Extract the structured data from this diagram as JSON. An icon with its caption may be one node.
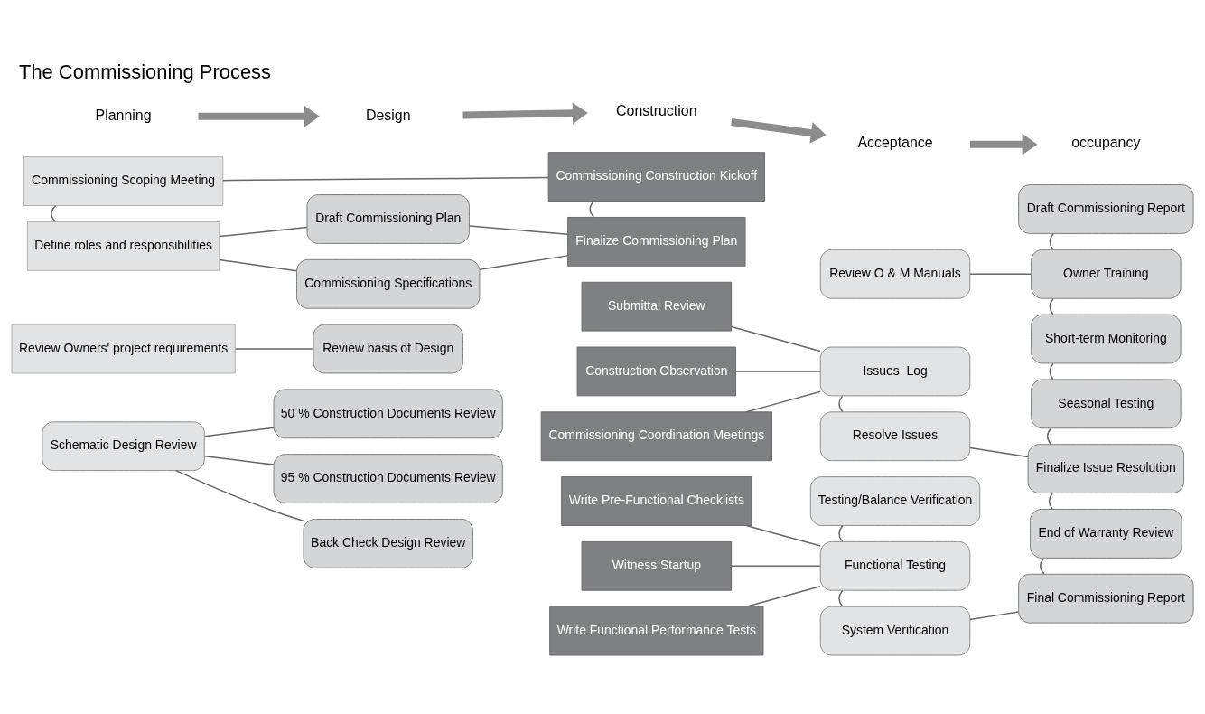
{
  "diagram": {
    "title": "The Commissioning Process",
    "nodes": [
      {
        "text": [
          "Planning"
        ]
      },
      {
        "text": [
          "Design"
        ]
      },
      {
        "text": [
          "Construction"
        ]
      },
      {
        "text": [
          "Acceptance"
        ]
      },
      {
        "text": [
          "occupancy"
        ]
      },
      {
        "text": [
          "Commissioning Scoping Meeting"
        ]
      },
      {
        "text": [
          "Commissioning Construction Kickoff"
        ]
      },
      {
        "text": [
          "Draft Commissioning Report"
        ]
      },
      {
        "text": [
          "Draft Commissioning Plan"
        ]
      },
      {
        "text": [
          "Define roles and responsibilities"
        ]
      },
      {
        "text": [
          "Finalize Commissioning Plan"
        ]
      },
      {
        "text": [
          "Review O & M Manuals"
        ]
      },
      {
        "text": [
          "Owner Training"
        ]
      },
      {
        "text": [
          "Commissioning Specifications"
        ]
      },
      {
        "text": [
          "Short-term Monitoring"
        ]
      },
      {
        "text": [
          "Submittal Review"
        ]
      },
      {
        "text": [
          "Review Owners' project requirements"
        ]
      },
      {
        "text": [
          "Review basis of Design"
        ]
      },
      {
        "text": [
          "Construction Observation"
        ]
      },
      {
        "text": [
          "Issues  Log"
        ]
      },
      {
        "text": [
          "Seasonal Testing"
        ]
      },
      {
        "text": [
          "50 % Construction Documents Review"
        ]
      },
      {
        "text": [
          "Commissioning Coordination Meetings"
        ]
      },
      {
        "text": [
          "Resolve Issues"
        ]
      },
      {
        "text": [
          "Finalize Issue Resolution"
        ]
      },
      {
        "text": [
          "95 % Construction Documents Review"
        ]
      },
      {
        "text": [
          "Write Pre-Functional Checklists"
        ]
      },
      {
        "text": [
          "Testing/Balance Verification"
        ]
      },
      {
        "text": [
          "End of Warranty Review"
        ]
      },
      {
        "text": [
          "Schematic Design Review"
        ]
      },
      {
        "text": [
          "Back Check Design Review"
        ]
      },
      {
        "text": [
          "Witness Startup"
        ]
      },
      {
        "text": [
          "Functional Testing"
        ]
      },
      {
        "text": [
          "Write Functional Performance Tests"
        ]
      },
      {
        "text": [
          "System Verification"
        ]
      },
      {
        "text": [
          "Final Commissioning Report"
        ]
      }
    ],
    "edges": [
      {
        "from": 0,
        "to": 1,
        "arrow": "to",
        "style": "thick",
        "color": "#8c8c8c"
      },
      {
        "from": 1,
        "to": 2,
        "arrow": "to",
        "style": "thick",
        "color": "#8c8c8c"
      },
      {
        "from": 2,
        "to": 3,
        "arrow": "to",
        "style": "thick",
        "color": "#8c8c8c"
      },
      {
        "from": 3,
        "to": 4,
        "arrow": "to",
        "style": "thick",
        "color": "#8c8c8c"
      },
      {
        "from": 5,
        "to": 6,
        "arrow": "none"
      },
      {
        "from": 5,
        "to": 9,
        "arrow": "none"
      },
      {
        "from": 6,
        "to": 10,
        "arrow": "none"
      },
      {
        "from": 9,
        "to": 8,
        "arrow": "none"
      },
      {
        "from": 9,
        "to": 13,
        "arrow": "none"
      },
      {
        "from": 8,
        "to": 10,
        "arrow": "none"
      },
      {
        "from": 13,
        "to": 10,
        "arrow": "none"
      },
      {
        "from": 11,
        "to": 12,
        "arrow": "none"
      },
      {
        "from": 16,
        "to": 17,
        "arrow": "none"
      },
      {
        "from": 15,
        "to": 19,
        "arrow": "none"
      },
      {
        "from": 18,
        "to": 19,
        "arrow": "none"
      },
      {
        "from": 22,
        "to": 19,
        "arrow": "none"
      },
      {
        "from": 19,
        "to": 23,
        "arrow": "none"
      },
      {
        "from": 23,
        "to": 24,
        "arrow": "none"
      },
      {
        "from": 29,
        "to": 21,
        "arrow": "none"
      },
      {
        "from": 29,
        "to": 25,
        "arrow": "none"
      },
      {
        "from": 29,
        "to": 30,
        "arrow": "none"
      },
      {
        "from": 26,
        "to": 32,
        "arrow": "none"
      },
      {
        "from": 31,
        "to": 32,
        "arrow": "none"
      },
      {
        "from": 33,
        "to": 32,
        "arrow": "none"
      },
      {
        "from": 27,
        "to": 32,
        "arrow": "none"
      },
      {
        "from": 32,
        "to": 34,
        "arrow": "none"
      },
      {
        "from": 34,
        "to": 35,
        "arrow": "none"
      },
      {
        "from": 7,
        "to": 12,
        "arrow": "none"
      },
      {
        "from": 12,
        "to": 14,
        "arrow": "none"
      },
      {
        "from": 14,
        "to": 20,
        "arrow": "none"
      },
      {
        "from": 20,
        "to": 24,
        "arrow": "none"
      },
      {
        "from": 24,
        "to": 28,
        "arrow": "none"
      },
      {
        "from": 28,
        "to": 35,
        "arrow": "none"
      }
    ]
  }
}
